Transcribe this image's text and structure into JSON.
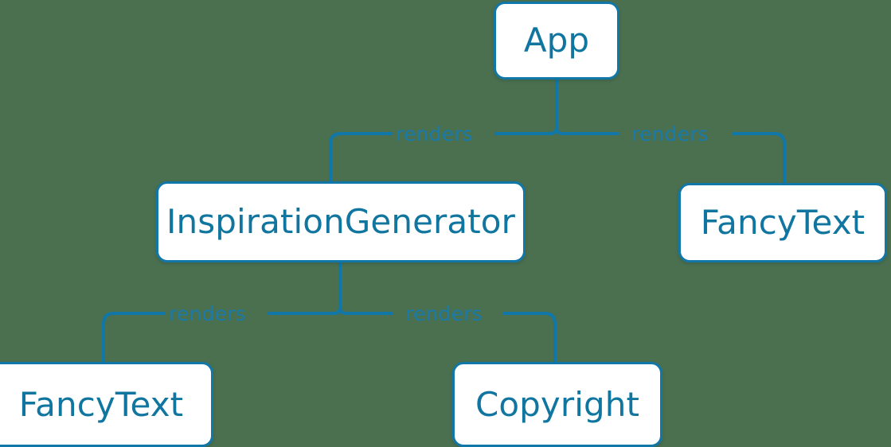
{
  "diagram": {
    "type": "component-tree",
    "title": "React component render tree",
    "background_color": "#4a7050",
    "accent_color": "#1177a8",
    "text_color": "#10759f",
    "node_fill": "#ffffff",
    "nodes": [
      {
        "id": "app",
        "label": "App"
      },
      {
        "id": "inspgen",
        "label": "InspirationGenerator"
      },
      {
        "id": "fancy-right",
        "label": "FancyText"
      },
      {
        "id": "fancy-left",
        "label": "FancyText"
      },
      {
        "id": "copyright",
        "label": "Copyright"
      }
    ],
    "edges": [
      {
        "from": "app",
        "to": "inspgen",
        "label": "renders"
      },
      {
        "from": "app",
        "to": "fancy-right",
        "label": "renders"
      },
      {
        "from": "inspgen",
        "to": "fancy-left",
        "label": "renders"
      },
      {
        "from": "inspgen",
        "to": "copyright",
        "label": "renders"
      }
    ]
  }
}
